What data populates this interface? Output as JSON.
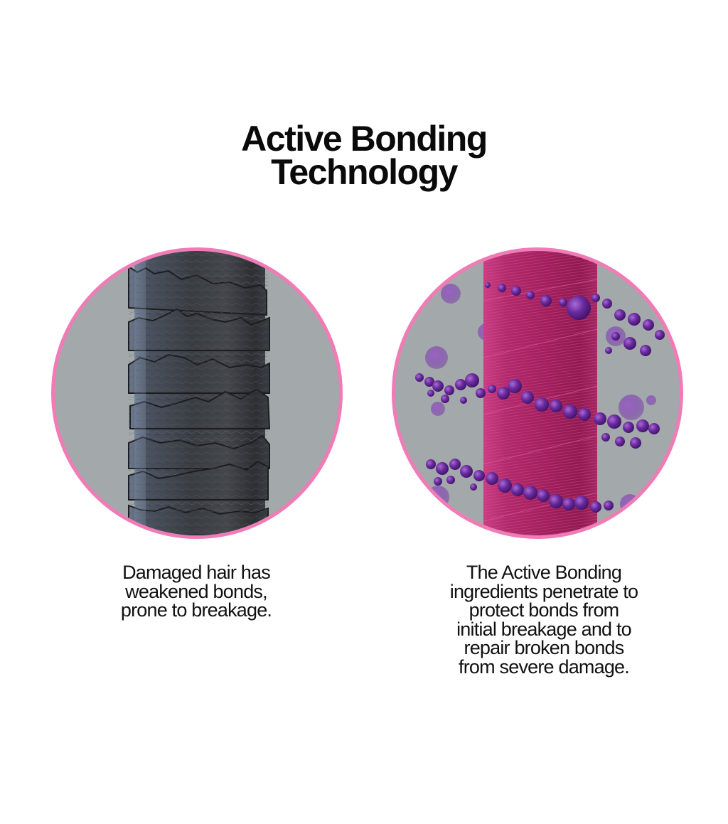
{
  "header": {
    "title_lines": [
      "Active Bonding",
      "Technology"
    ]
  },
  "panels": [
    {
      "name": "damaged-hair",
      "image_alt": "Damaged hair strand with lifted, broken cuticle scales",
      "caption_lines": [
        "Damaged hair has",
        "weakened bonds,",
        "prone to breakage."
      ]
    },
    {
      "name": "bonded-hair",
      "image_alt": "Pink hair strand wrapped by spirals of purple active bonding spheres",
      "caption_lines": [
        "The Active Bonding",
        "ingredients penetrate to",
        "protect bonds from",
        "initial breakage and to",
        "repair broken bonds",
        "from severe damage."
      ]
    }
  ],
  "colors": {
    "circle_border": "#f07bb6",
    "circle_fill": "#a3a9aa",
    "damaged_hair": "#3d4045",
    "healthy_hair": "#b02a6a",
    "bonding_spheres": "#6a2a9e",
    "text": "#0b0b0b",
    "background": "#ffffff"
  }
}
